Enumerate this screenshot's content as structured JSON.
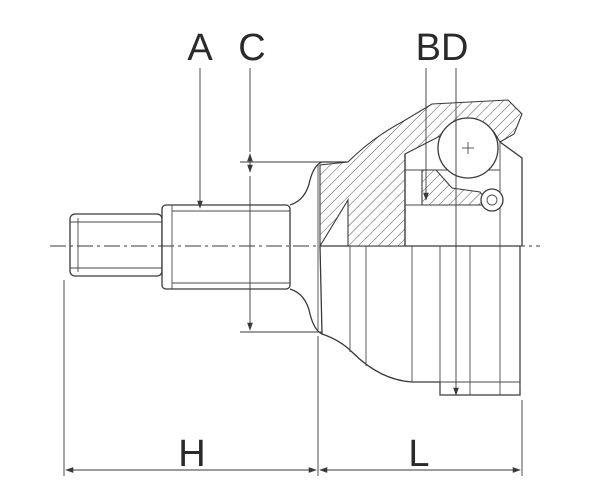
{
  "diagram": {
    "labels": {
      "a": "A",
      "c": "C",
      "bd": "BD",
      "h": "H",
      "l": "L"
    },
    "line_color": "#3a3a3a",
    "background": "#ffffff"
  }
}
